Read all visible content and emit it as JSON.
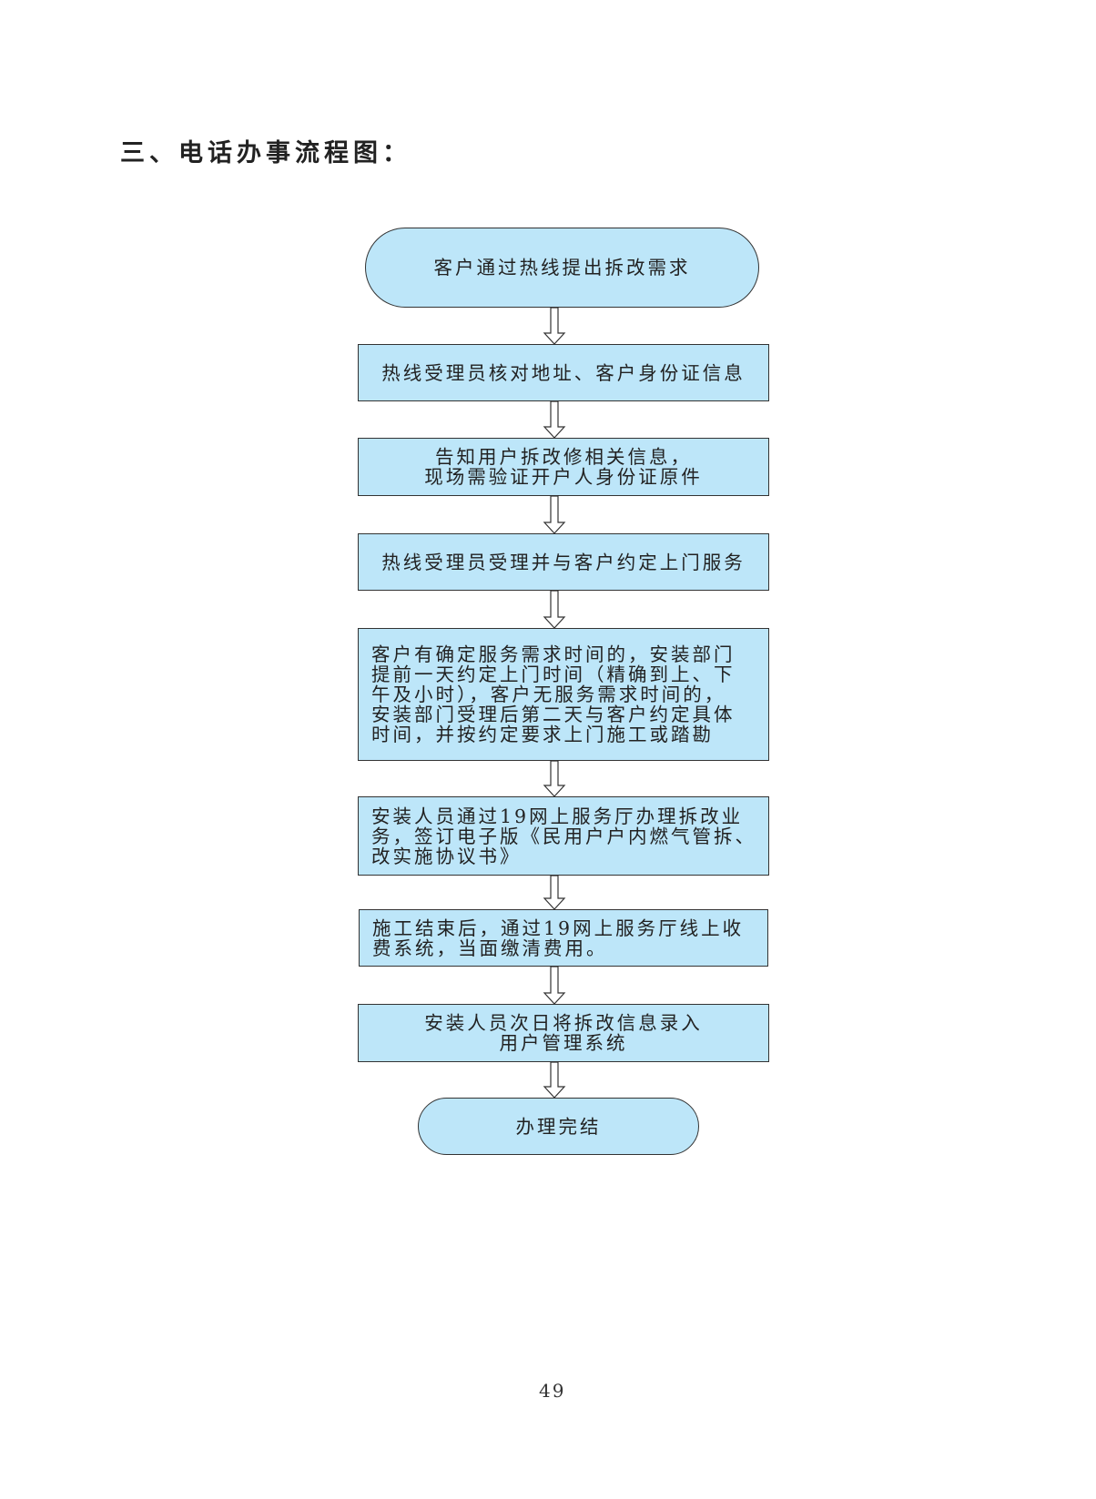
{
  "title": "三、电话办事流程图：",
  "steps": [
    "客户通过热线提出拆改需求",
    "热线受理员核对地址、客户身份证信息",
    "告知用户拆改修相关信息，\n现场需验证开户人身份证原件",
    "热线受理员受理并与客户约定上门服务",
    "客户有确定服务需求时间的，安装部门\n提前一天约定上门时间（精确到上、下\n午及小时），客户无服务需求时间的，\n安装部门受理后第二天与客户约定具体\n时间，并按约定要求上门施工或踏勘",
    "安装人员通过19网上服务厅办理拆改业\n务，签订电子版《民用户户内燃气管拆、\n改实施协议书》",
    "施工结束后，通过19网上服务厅线上收\n费系统，当面缴清费用。",
    "安装人员次日将拆改信息录入\n用户管理系统",
    "办理完结"
  ],
  "page_number": "49",
  "colors": {
    "node_fill": "#bde6f9",
    "border": "#333333"
  }
}
